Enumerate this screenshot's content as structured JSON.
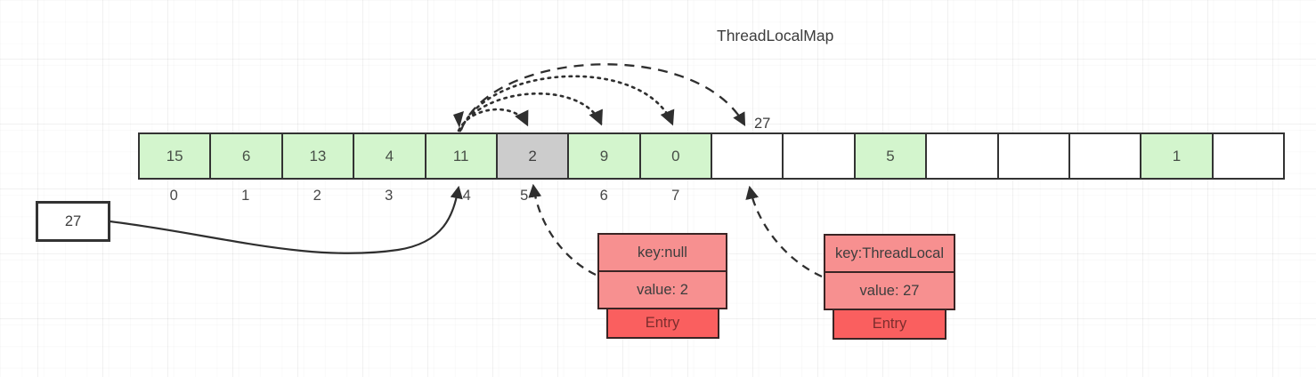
{
  "title": "ThreadLocalMap",
  "array": {
    "cells": [
      {
        "value": "15",
        "state": "green"
      },
      {
        "value": "6",
        "state": "green"
      },
      {
        "value": "13",
        "state": "green"
      },
      {
        "value": "4",
        "state": "green"
      },
      {
        "value": "11",
        "state": "green"
      },
      {
        "value": "2",
        "state": "gray"
      },
      {
        "value": "9",
        "state": "green"
      },
      {
        "value": "0",
        "state": "green"
      },
      {
        "value": "",
        "state": "white"
      },
      {
        "value": "",
        "state": "white"
      },
      {
        "value": "5",
        "state": "green"
      },
      {
        "value": "",
        "state": "white"
      },
      {
        "value": "",
        "state": "white"
      },
      {
        "value": "",
        "state": "white"
      },
      {
        "value": "1",
        "state": "green"
      },
      {
        "value": "",
        "state": "white"
      }
    ],
    "index_labels": [
      "0",
      "1",
      "2",
      "3",
      "4",
      "5",
      "6",
      "7"
    ]
  },
  "probe_label": "27",
  "value_box": {
    "label": "27"
  },
  "entries": [
    {
      "key": "key:null",
      "value": "value: 2",
      "footer": "Entry"
    },
    {
      "key": "key:ThreadLocal",
      "value": "value: 27",
      "footer": "Entry"
    }
  ],
  "colors": {
    "green": "#d3f5cd",
    "gray": "#cccccc",
    "border": "#333333",
    "entry_row": "#f79090",
    "entry_tab": "#fa5f5f",
    "line": "#2f2f2f"
  }
}
